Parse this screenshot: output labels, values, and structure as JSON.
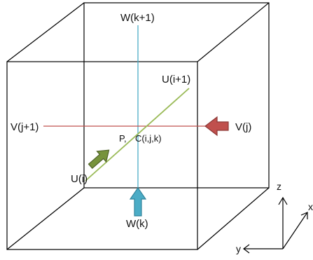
{
  "labels": {
    "w_top": "W(k+1)",
    "w_bottom": "W(k)",
    "u_plus": "U(i+1)",
    "u_minus": "U(i)",
    "v_left": "V(j+1)",
    "v_right": "V(j)",
    "point_p": "P,",
    "center": "C(i,j,k)"
  },
  "axes": {
    "z": "z",
    "y": "y",
    "x": "x"
  },
  "colors": {
    "cube_edges": "#000000",
    "w_line": "#4bacc6",
    "u_line": "#9bbb59",
    "v_line": "#c0504d",
    "w_arrow": "#4bacc6",
    "u_arrow": "#77933c",
    "v_arrow": "#c0504d"
  }
}
